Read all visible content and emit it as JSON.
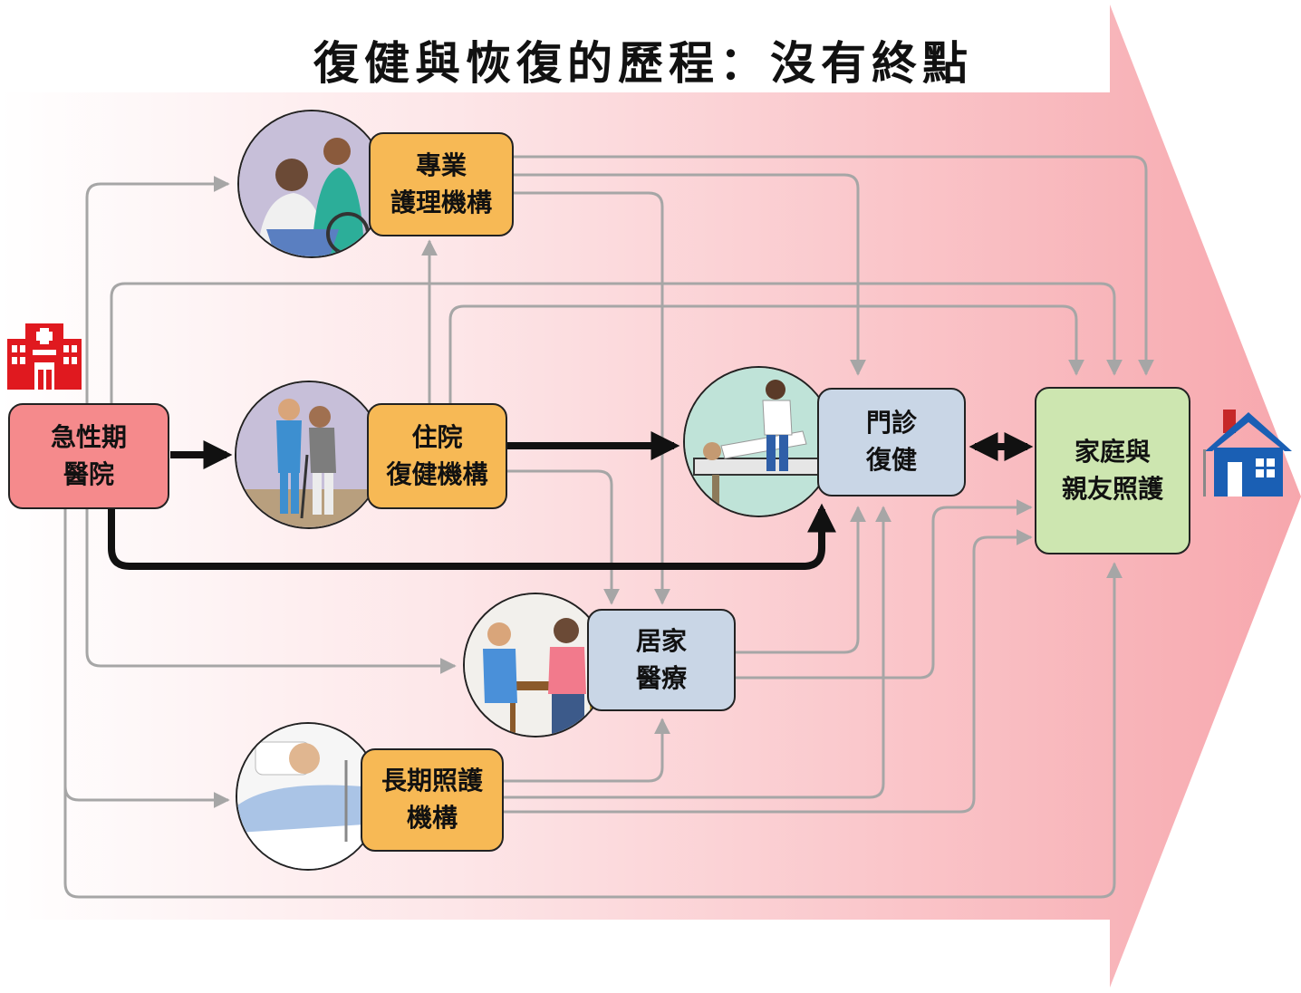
{
  "title": "復健與恢復的歷程：沒有終點",
  "nodes": {
    "acute_hospital": "急性期\n醫院",
    "skilled_nursing": "專業\n護理機構",
    "inpatient_rehab": "住院\n復健機構",
    "outpatient_rehab": "門診\n復健",
    "home_health": "居家\n醫療",
    "long_term_care": "長期照護\n機構",
    "home_family_care": "家庭與\n親友照護"
  },
  "icons": {
    "start": "hospital-icon",
    "end": "house-icon"
  },
  "colors": {
    "arrow_gradient_start": "#ffffff",
    "arrow_gradient_end": "#f7a7ad",
    "facility_box": "#f7b955",
    "outpatient_box": "#c9d6e6",
    "home_box": "#cde6b0",
    "hospital_box": "#f58a8c",
    "hospital_icon": "#e0191f",
    "house_icon": "#1a5fb4",
    "main_path": "#111111",
    "secondary_path": "#a6a6a6"
  }
}
